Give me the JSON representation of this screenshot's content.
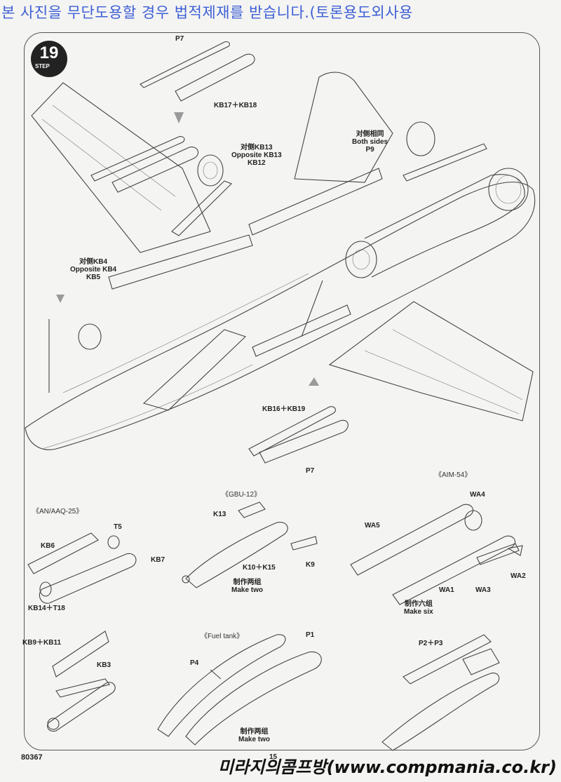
{
  "watermark": "본 사진을 무단도용할 경우 법적제재를 받습니다.(토론용도외사용",
  "step": {
    "number": "19",
    "label": "STEP"
  },
  "labels": {
    "p7_top": "P7",
    "kb17_kb18": "KB17＋KB18",
    "kb13_cn": "对侧KB13",
    "kb13_en": "Opposite KB13",
    "kb12": "KB12",
    "both_cn": "对侧相同",
    "both_en": "Both sides",
    "p9": "P9",
    "kb4_cn": "对侧KB4",
    "kb4_en": "Opposite KB4",
    "kb5": "KB5",
    "kb16_kb19": "KB16＋KB19",
    "p7_bottom": "P7"
  },
  "aaq25": {
    "title": "《AN/AAQ-25》",
    "parts": {
      "t5": "T5",
      "kb6": "KB6",
      "kb7": "KB7",
      "kb14_t18": "KB14＋T18"
    }
  },
  "gbu12": {
    "title": "《GBU-12》",
    "parts": {
      "k13": "K13",
      "k10_k15": "K10＋K15",
      "k9": "K9"
    },
    "note_cn": "制作两组",
    "note_en": "Make two"
  },
  "aim54": {
    "title": "《AIM-54》",
    "parts": {
      "wa4": "WA4",
      "wa5": "WA5",
      "wa1": "WA1",
      "wa3": "WA3",
      "wa2": "WA2"
    },
    "note_cn": "制作六组",
    "note_en": "Make six"
  },
  "pod": {
    "parts": {
      "kb9_kb11": "KB9＋KB11",
      "kb3": "KB3"
    }
  },
  "fuel_tank": {
    "title": "《Fuel tank》",
    "parts": {
      "p1": "P1",
      "p4": "P4"
    },
    "note_cn": "制作两组",
    "note_en": "Make two"
  },
  "p2_p3": "P2＋P3",
  "page_code": "80367",
  "page_number": "15",
  "footer": "미라지의콤프방(www.compmania.co.kr)"
}
